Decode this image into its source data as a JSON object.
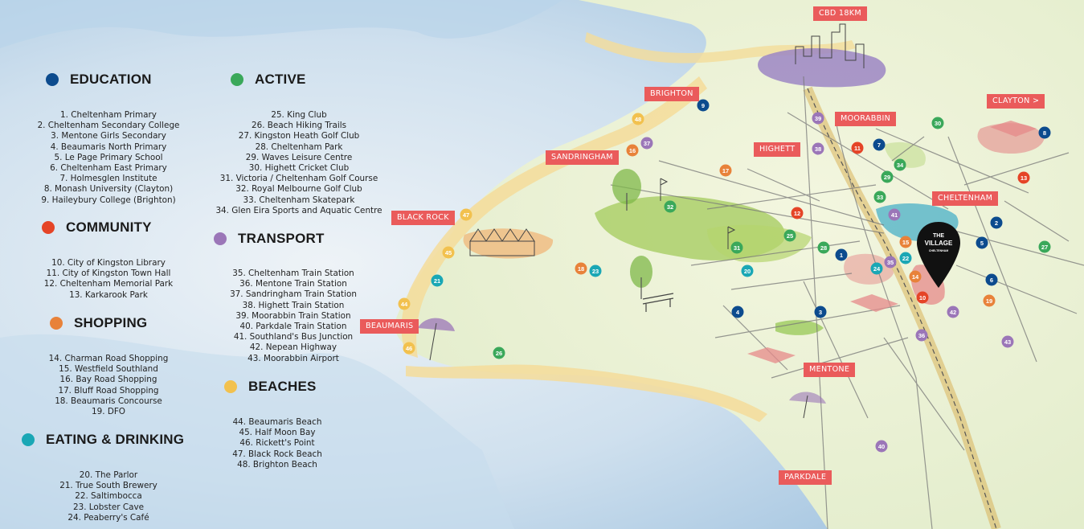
{
  "colors": {
    "education": "#0c4b8e",
    "active": "#3aa85a",
    "community": "#e54427",
    "shopping": "#e8823a",
    "eating": "#1aa7b5",
    "transport": "#9b76b8",
    "beaches": "#f2c14e",
    "label_bg": "#ea5b5b"
  },
  "legend": {
    "education": {
      "title": "EDUCATION",
      "items": [
        "1. Cheltenham Primary",
        "2. Cheltenham Secondary College",
        "3. Mentone Girls Secondary",
        "4. Beaumaris North Primary",
        "5. Le Page Primary School",
        "6. Cheltenham East Primary",
        "7. Holmesglen Institute",
        "8. Monash University (Clayton)",
        "9. Haileybury College (Brighton)"
      ]
    },
    "community": {
      "title": "COMMUNITY",
      "items": [
        "10. City of Kingston Library",
        "11. City of Kingston Town Hall",
        "12. Cheltenham Memorial Park",
        "13. Karkarook Park"
      ]
    },
    "shopping": {
      "title": "SHOPPING",
      "items": [
        "14. Charman Road Shopping",
        "15. Westfield Southland",
        "16. Bay Road Shopping",
        "17. Bluff Road Shopping",
        "18. Beaumaris Concourse",
        "19. DFO"
      ]
    },
    "eating": {
      "title": "EATING & DRINKING",
      "items": [
        "20. The Parlor",
        "21. True South Brewery",
        "22. Saltimbocca",
        "23. Lobster Cave",
        "24. Peaberry's Café"
      ]
    },
    "active": {
      "title": "ACTIVE",
      "items": [
        "25. King Club",
        "26. Beach Hiking Trails",
        "27. Kingston Heath Golf Club",
        "28. Cheltenham Park",
        "29. Waves Leisure Centre",
        "30. Highett Cricket Club",
        "31. Victoria / Cheltenham Golf Course",
        "32. Royal Melbourne Golf Club",
        "33. Cheltenham Skatepark",
        "34. Glen Eira Sports and Aquatic Centre"
      ]
    },
    "transport": {
      "title": "TRANSPORT",
      "items": [
        "35. Cheltenham Train Station",
        "36. Mentone Train Station",
        "37. Sandringham Train Station",
        "38. Highett Train Station",
        "39. Moorabbin Train Station",
        "40. Parkdale Train Station",
        "41. Southland's Bus Junction",
        "42. Nepean Highway",
        "43. Moorabbin Airport"
      ]
    },
    "beaches": {
      "title": "BEACHES",
      "items": [
        "44. Beaumaris Beach",
        "45. Half Moon Bay",
        "46. Rickett's Point",
        "47. Black Rock Beach",
        "48. Brighton Beach"
      ]
    }
  },
  "places": {
    "cbd": "CBD 18KM",
    "brighton": "BRIGHTON",
    "moorabbin": "MOORABBIN",
    "clayton": "CLAYTON >",
    "sandringham": "SANDRINGHAM",
    "highett": "HIGHETT",
    "cheltenham": "CHELTENHAM",
    "black_rock": "BLACK ROCK",
    "beaumaris": "BEAUMARIS",
    "mentone": "MENTONE",
    "parkdale": "PARKDALE"
  },
  "village": {
    "line1": "THE",
    "line2": "VILLAGE",
    "line3": "CHELTENHAM"
  },
  "markers": [
    {
      "n": "1",
      "cat": "education"
    },
    {
      "n": "2",
      "cat": "education"
    },
    {
      "n": "3",
      "cat": "education"
    },
    {
      "n": "4",
      "cat": "education"
    },
    {
      "n": "5",
      "cat": "education"
    },
    {
      "n": "6",
      "cat": "education"
    },
    {
      "n": "7",
      "cat": "education"
    },
    {
      "n": "8",
      "cat": "education"
    },
    {
      "n": "9",
      "cat": "education"
    },
    {
      "n": "10",
      "cat": "community"
    },
    {
      "n": "11",
      "cat": "community"
    },
    {
      "n": "12",
      "cat": "community"
    },
    {
      "n": "13",
      "cat": "community"
    },
    {
      "n": "14",
      "cat": "shopping"
    },
    {
      "n": "15",
      "cat": "shopping"
    },
    {
      "n": "16",
      "cat": "shopping"
    },
    {
      "n": "17",
      "cat": "shopping"
    },
    {
      "n": "18",
      "cat": "shopping"
    },
    {
      "n": "19",
      "cat": "shopping"
    },
    {
      "n": "20",
      "cat": "eating"
    },
    {
      "n": "21",
      "cat": "eating"
    },
    {
      "n": "22",
      "cat": "eating"
    },
    {
      "n": "23",
      "cat": "eating"
    },
    {
      "n": "24",
      "cat": "eating"
    },
    {
      "n": "25",
      "cat": "active"
    },
    {
      "n": "26",
      "cat": "active"
    },
    {
      "n": "27",
      "cat": "active"
    },
    {
      "n": "28",
      "cat": "active"
    },
    {
      "n": "29",
      "cat": "active"
    },
    {
      "n": "30",
      "cat": "active"
    },
    {
      "n": "31",
      "cat": "active"
    },
    {
      "n": "32",
      "cat": "active"
    },
    {
      "n": "33",
      "cat": "active"
    },
    {
      "n": "34",
      "cat": "active"
    },
    {
      "n": "35",
      "cat": "transport"
    },
    {
      "n": "36",
      "cat": "transport"
    },
    {
      "n": "37",
      "cat": "transport"
    },
    {
      "n": "38",
      "cat": "transport"
    },
    {
      "n": "39",
      "cat": "transport"
    },
    {
      "n": "40",
      "cat": "transport"
    },
    {
      "n": "41",
      "cat": "transport"
    },
    {
      "n": "42",
      "cat": "transport"
    },
    {
      "n": "43",
      "cat": "transport"
    },
    {
      "n": "44",
      "cat": "beaches"
    },
    {
      "n": "45",
      "cat": "beaches"
    },
    {
      "n": "46",
      "cat": "beaches"
    },
    {
      "n": "47",
      "cat": "beaches"
    },
    {
      "n": "48",
      "cat": "beaches"
    }
  ]
}
